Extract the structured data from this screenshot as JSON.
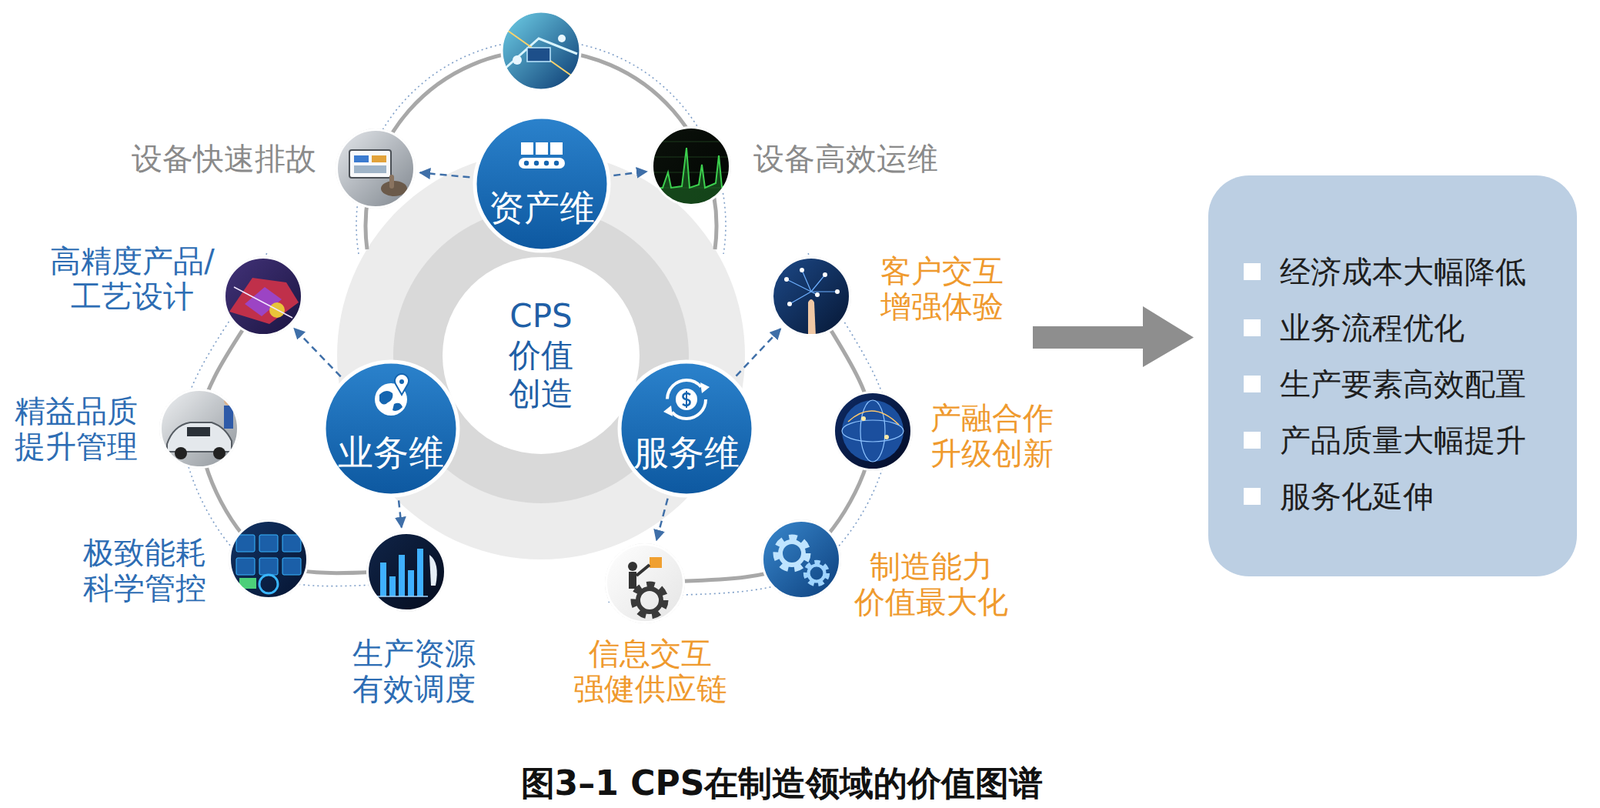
{
  "diagram": {
    "caption": "图3–1 CPS在制造领域的价值图谱",
    "nodes": [
      {
        "text": [
          "设备快速排故"
        ]
      },
      {
        "text": [
          "资产维"
        ]
      },
      {
        "text": [
          "设备高效运维"
        ]
      },
      {
        "text": [
          "高精度产品/ 工艺设计"
        ]
      },
      {
        "text": [
          "CPS 价值 创造"
        ]
      },
      {
        "text": [
          "客户交互 增强体验"
        ]
      },
      {
        "text": [
          "业务维"
        ]
      },
      {
        "text": [
          "服务维"
        ]
      },
      {
        "text": [
          "精益品质 提升管理"
        ]
      },
      {
        "text": [
          "产融合作 升级创新"
        ]
      },
      {
        "text": [
          "极致能耗 科学管控"
        ]
      },
      {
        "text": [
          "生产资源 有效调度"
        ]
      },
      {
        "text": [
          "制造能力 价值最大化"
        ]
      },
      {
        "text": [
          "信息交互 强健供应链"
        ]
      },
      {
        "text": [
          "经济成本大幅降低",
          "业务流程优化",
          "生产要素高效配置",
          "产品质量大幅提升",
          "服务化延伸"
        ]
      }
    ],
    "edges": [
      {
        "from": 1,
        "to": 0,
        "arrow": "to"
      },
      {
        "from": 1,
        "to": 2,
        "arrow": "to"
      },
      {
        "from": 6,
        "to": 3,
        "arrow": "to"
      },
      {
        "from": 6,
        "to": 11,
        "arrow": "to"
      },
      {
        "from": 7,
        "to": 5,
        "arrow": "to"
      },
      {
        "from": 7,
        "to": 13,
        "arrow": "to"
      }
    ]
  }
}
